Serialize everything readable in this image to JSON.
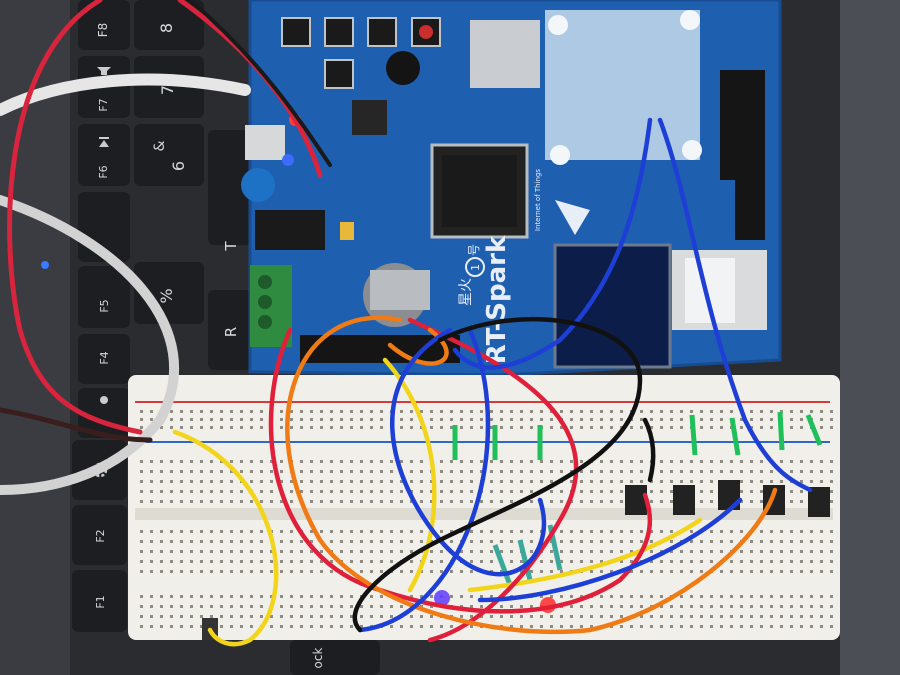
{
  "board": {
    "name": "RT-Spark",
    "cn_name": "星火",
    "badge": "1",
    "suffix": "号",
    "iot_text": "Internet of Things",
    "pcb_color": "#1f5fb0"
  },
  "keyboard": {
    "keys": [
      "F8",
      "8",
      "F7",
      "7",
      "&",
      "F6",
      "6",
      "F5",
      "%",
      "F4",
      "R",
      "T",
      "F2",
      "F1"
    ],
    "fn_icons": [
      "mute-icon",
      "play-pause-icon",
      "brightness-icon",
      "settings-icon"
    ],
    "bottom_text": "ock"
  },
  "breadboard": {
    "color": "#f1efe9",
    "rail_red": "#d43b3b",
    "rail_blue": "#2f66c9"
  },
  "wire_colors": [
    "#e0203a",
    "#f07a14",
    "#f2d51a",
    "#1d3fd6",
    "#111111",
    "#d9d9d9"
  ]
}
